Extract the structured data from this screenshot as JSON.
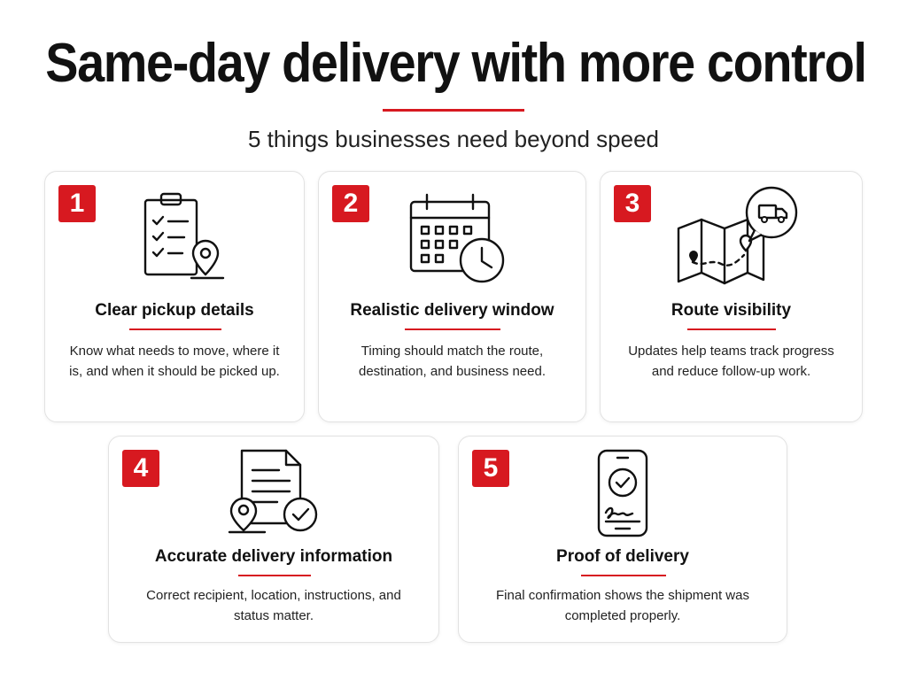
{
  "header": {
    "title": "Same-day delivery with more control",
    "subtitle": "5 things businesses need beyond speed"
  },
  "accent_color": "#d71920",
  "cards": [
    {
      "number": "1",
      "icon": "clipboard-location-icon",
      "title": "Clear pickup details",
      "description": "Know what needs to move, where it is, and when it should be picked up."
    },
    {
      "number": "2",
      "icon": "calendar-clock-icon",
      "title": "Realistic delivery window",
      "description": "Timing should match the route, destination, and business need."
    },
    {
      "number": "3",
      "icon": "route-map-truck-icon",
      "title": "Route visibility",
      "description": "Updates help teams track progress and reduce follow-up work."
    },
    {
      "number": "4",
      "icon": "document-location-check-icon",
      "title": "Accurate delivery information",
      "description": "Correct recipient, location, instructions, and status matter."
    },
    {
      "number": "5",
      "icon": "phone-signature-check-icon",
      "title": "Proof of delivery",
      "description": "Final confirmation shows the shipment was completed properly."
    }
  ]
}
